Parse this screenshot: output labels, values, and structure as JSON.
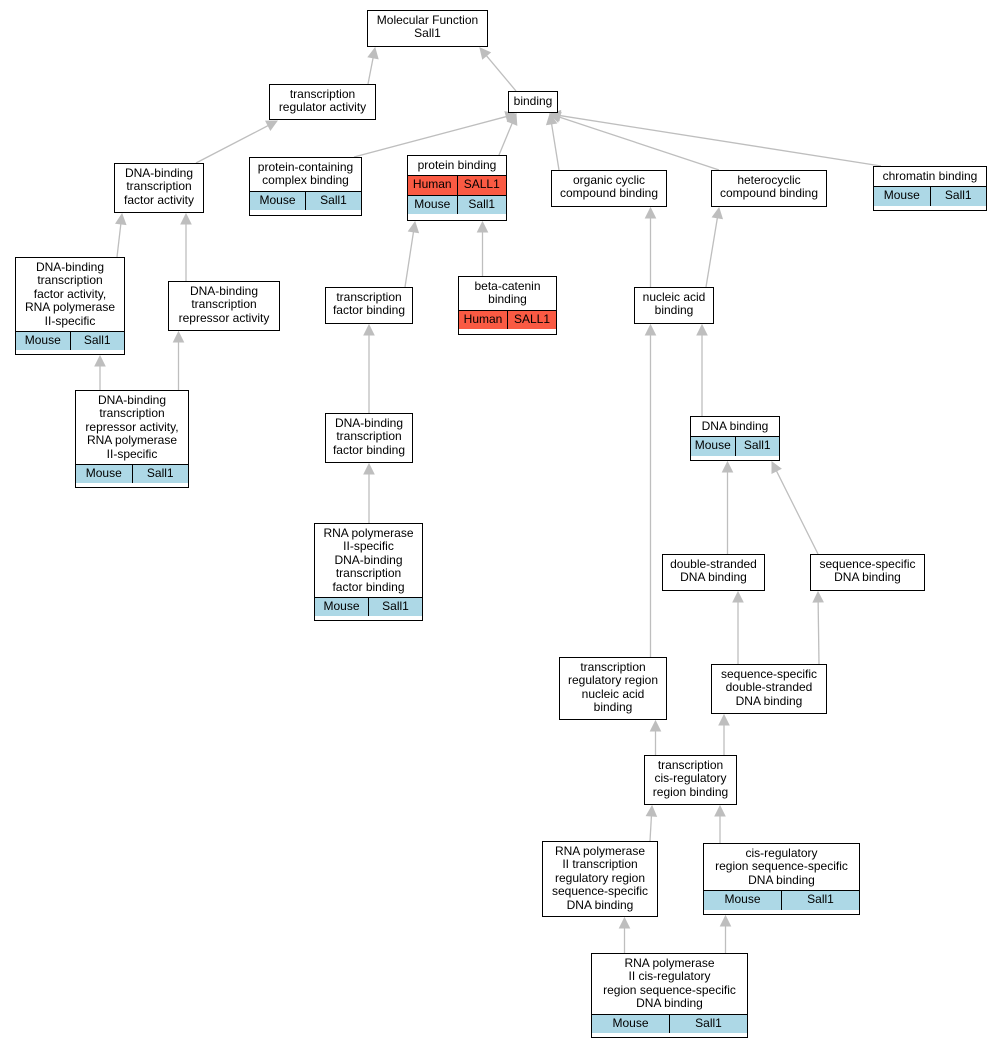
{
  "colors": {
    "mouse": "#add8e6",
    "human": "#fa5a43",
    "edge": "#bebebe"
  },
  "nodes": {
    "mf": {
      "label": "Molecular Function\nSall1"
    },
    "tra": {
      "label": "transcription\nregulator activity"
    },
    "bind": {
      "label": "binding"
    },
    "dbtfa": {
      "label": "DNA-binding\ntranscription\nfactor activity"
    },
    "pccb": {
      "label": "protein-containing\ncomplex binding",
      "rows": [
        [
          "Mouse",
          "Sall1"
        ]
      ]
    },
    "pb": {
      "label": "protein binding",
      "rows": [
        [
          "Human",
          "SALL1"
        ],
        [
          "Mouse",
          "Sall1"
        ]
      ]
    },
    "occb": {
      "label": "organic cyclic\ncompound binding"
    },
    "hcb": {
      "label": "heterocyclic\ncompound binding"
    },
    "chb": {
      "label": "chromatin binding",
      "rows": [
        [
          "Mouse",
          "Sall1"
        ]
      ]
    },
    "dbtfa2": {
      "label": "DNA-binding\ntranscription\nfactor activity,\nRNA polymerase\nII-specific",
      "rows": [
        [
          "Mouse",
          "Sall1"
        ]
      ]
    },
    "dbtra": {
      "label": "DNA-binding\ntranscription\nrepressor activity"
    },
    "tfb": {
      "label": "transcription\nfactor binding"
    },
    "bcb": {
      "label": "beta-catenin\nbinding",
      "rows": [
        [
          "Human",
          "SALL1"
        ]
      ]
    },
    "nab": {
      "label": "nucleic acid\nbinding"
    },
    "dbtra2": {
      "label": "DNA-binding\ntranscription\nrepressor activity,\nRNA polymerase\nII-specific",
      "rows": [
        [
          "Mouse",
          "Sall1"
        ]
      ]
    },
    "dbtfb": {
      "label": "DNA-binding\ntranscription\nfactor binding"
    },
    "db": {
      "label": "DNA binding",
      "rows": [
        [
          "Mouse",
          "Sall1"
        ]
      ]
    },
    "rnatfb": {
      "label": "RNA polymerase\nII-specific\nDNA-binding\ntranscription\nfactor binding",
      "rows": [
        [
          "Mouse",
          "Sall1"
        ]
      ]
    },
    "dsdb": {
      "label": "double-stranded\nDNA binding"
    },
    "ssdb": {
      "label": "sequence-specific\nDNA binding"
    },
    "trrnab": {
      "label": "transcription\nregulatory region\nnucleic acid\nbinding"
    },
    "ssdsdb": {
      "label": "sequence-specific\ndouble-stranded\nDNA binding"
    },
    "tcrrb": {
      "label": "transcription\ncis-regulatory\nregion binding"
    },
    "rnatrr": {
      "label": "RNA polymerase\nII transcription\nregulatory region\nsequence-specific\nDNA binding"
    },
    "crrss": {
      "label": "cis-regulatory\nregion sequence-specific\nDNA binding",
      "rows": [
        [
          "Mouse",
          "Sall1"
        ]
      ]
    },
    "rnacrr": {
      "label": "RNA polymerase\nII cis-regulatory\nregion sequence-specific\nDNA binding",
      "rows": [
        [
          "Mouse",
          "Sall1"
        ]
      ]
    }
  },
  "edges": [
    [
      "tra",
      "mf"
    ],
    [
      "bind",
      "mf"
    ],
    [
      "dbtfa",
      "tra"
    ],
    [
      "pccb",
      "bind"
    ],
    [
      "pb",
      "bind"
    ],
    [
      "occb",
      "bind"
    ],
    [
      "hcb",
      "bind"
    ],
    [
      "chb",
      "bind"
    ],
    [
      "dbtfa2",
      "dbtfa"
    ],
    [
      "dbtra",
      "dbtfa"
    ],
    [
      "dbtra2",
      "dbtfa2"
    ],
    [
      "dbtra2",
      "dbtra"
    ],
    [
      "tfb",
      "pb"
    ],
    [
      "bcb",
      "pb"
    ],
    [
      "dbtfb",
      "tfb"
    ],
    [
      "rnatfb",
      "dbtfb"
    ],
    [
      "nab",
      "occb"
    ],
    [
      "nab",
      "hcb"
    ],
    [
      "db",
      "nab"
    ],
    [
      "trrnab",
      "nab"
    ],
    [
      "dsdb",
      "db"
    ],
    [
      "ssdb",
      "db"
    ],
    [
      "ssdsdb",
      "dsdb"
    ],
    [
      "ssdsdb",
      "ssdb"
    ],
    [
      "tcrrb",
      "trrnab"
    ],
    [
      "tcrrb",
      "ssdsdb"
    ],
    [
      "rnatrr",
      "tcrrb"
    ],
    [
      "crrss",
      "tcrrb"
    ],
    [
      "rnacrr",
      "rnatrr"
    ],
    [
      "rnacrr",
      "crrss"
    ]
  ]
}
